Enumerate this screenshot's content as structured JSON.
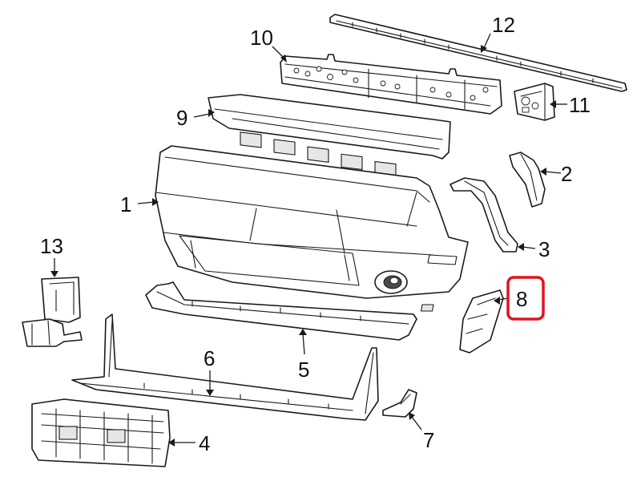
{
  "diagram": {
    "highlight_color": "#e0141e",
    "callouts": [
      {
        "id": "1",
        "label": "1"
      },
      {
        "id": "2",
        "label": "2"
      },
      {
        "id": "3",
        "label": "3"
      },
      {
        "id": "4",
        "label": "4"
      },
      {
        "id": "5",
        "label": "5"
      },
      {
        "id": "6",
        "label": "6"
      },
      {
        "id": "7",
        "label": "7"
      },
      {
        "id": "8",
        "label": "8",
        "highlighted": true
      },
      {
        "id": "9",
        "label": "9"
      },
      {
        "id": "10",
        "label": "10"
      },
      {
        "id": "11",
        "label": "11"
      },
      {
        "id": "12",
        "label": "12"
      },
      {
        "id": "13",
        "label": "13"
      }
    ]
  }
}
